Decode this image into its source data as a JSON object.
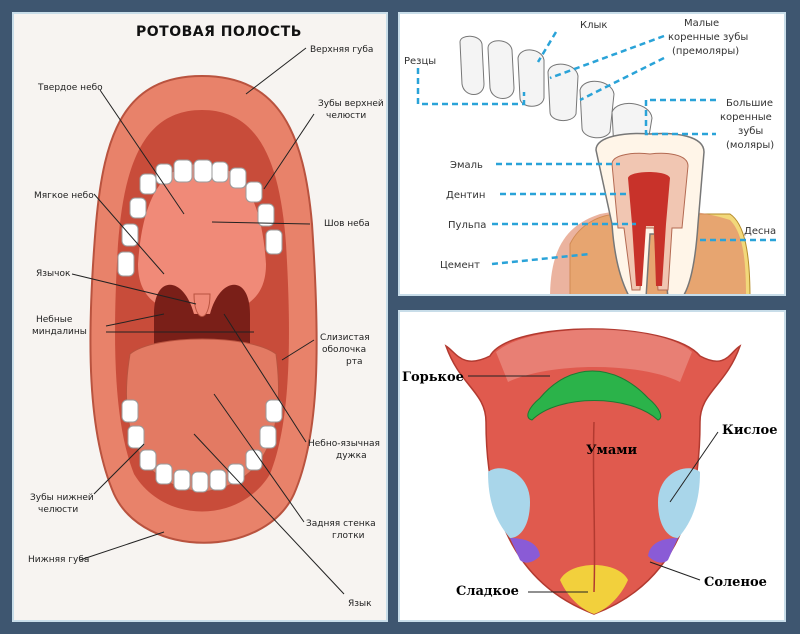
{
  "mouth": {
    "title": "РОТОВАЯ ПОЛОСТЬ",
    "labels": {
      "upper_lip": "Верхняя губа",
      "hard_palate": "Твердое небо",
      "upper_teeth_1": "Зубы верхней",
      "upper_teeth_2": "челюсти",
      "soft_palate": "Мягкое небо",
      "palate_suture": "Шов неба",
      "uvula": "Язычок",
      "tonsils_1": "Небные",
      "tonsils_2": "миндалины",
      "mucosa_1": "Слизистая",
      "mucosa_2": "оболочка",
      "mucosa_3": "рта",
      "arch_1": "Небно-язычная",
      "arch_2": "дужка",
      "lower_teeth_1": "Зубы нижней",
      "lower_teeth_2": "челюсти",
      "pharynx_1": "Задняя стенка",
      "pharynx_2": "глотки",
      "lower_lip": "Нижняя губа",
      "tongue": "Язык"
    }
  },
  "teeth": {
    "labels": {
      "canine": "Клык",
      "premolars_1": "Малые",
      "premolars_2": "коренные зубы",
      "premolars_3": "(премоляры)",
      "incisors": "Резцы",
      "molars_1": "Большие",
      "molars_2": "коренные",
      "molars_3": "зубы",
      "molars_4": "(моляры)",
      "enamel": "Эмаль",
      "dentin": "Дентин",
      "pulp": "Пульпа",
      "gum": "Десна",
      "cement": "Цемент"
    },
    "line_color": "#2aa3d8"
  },
  "tongue": {
    "labels": {
      "bitter": "Горькое",
      "umami": "Умами",
      "sour": "Кислое",
      "sweet": "Сладкое",
      "salty": "Соленое"
    },
    "colors": {
      "base": "#e05a4e",
      "bitter": "#2bb34a",
      "sour": "#a9d6ea",
      "salty": "#8a5bd6",
      "sweet": "#f2d03c"
    }
  }
}
